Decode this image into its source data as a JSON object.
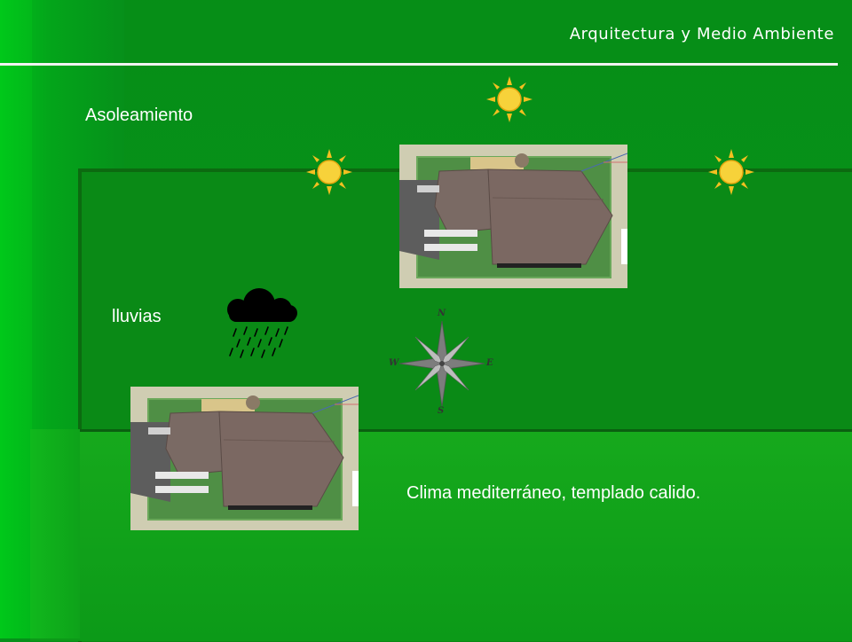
{
  "header": {
    "title": "Arquitectura y Medio Ambiente"
  },
  "sections": {
    "sunlight": {
      "label": "Asoleamiento"
    },
    "rain": {
      "label": "lluvias"
    },
    "climate": {
      "text": "Clima mediterráneo, templado calido."
    }
  },
  "compass": {
    "north": "N",
    "south": "S",
    "east": "E",
    "west": "W"
  },
  "icons": {
    "sun": "sun-icon",
    "cloud": "rain-cloud-icon",
    "compass": "compass-rose-icon",
    "house": "house-model-image"
  },
  "colors": {
    "background": "#06901a",
    "sun": "#f7d23a",
    "cloud": "#000000",
    "text": "#ffffff"
  }
}
